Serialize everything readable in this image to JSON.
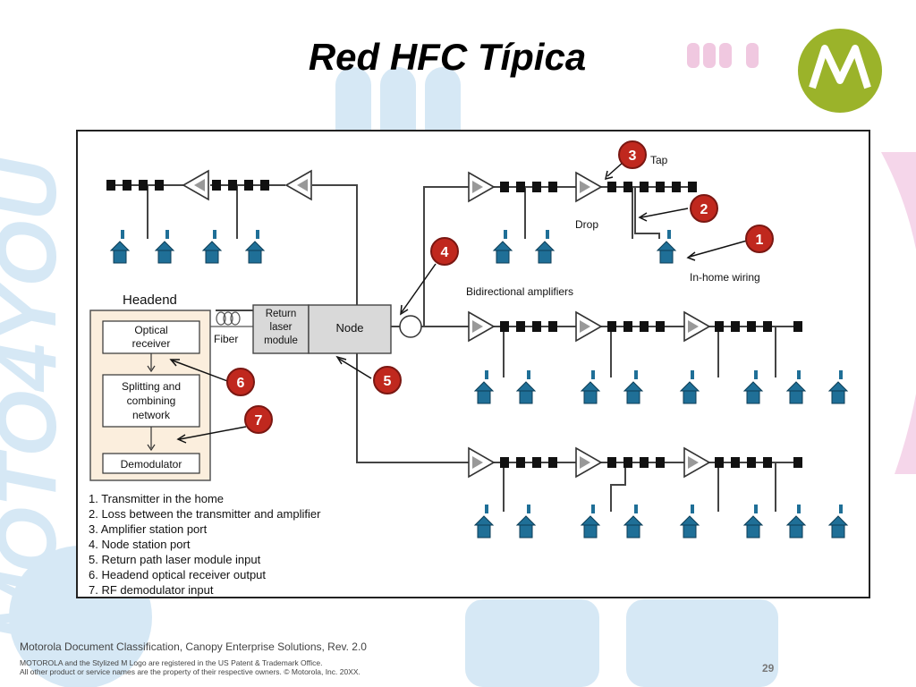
{
  "title": "Red HFC Típica",
  "footer": {
    "classification": "Motorola Document Classification, Canopy Enterprise Solutions, Rev. 2.0",
    "trademark": "MOTOROLA and the Stylized M Logo are registered in the US Patent & Trademark Office.",
    "rights": "All other product or service names are the property of their respective owners. © Motorola, Inc. 20XX.",
    "page_number": "29"
  },
  "background_watermark": "MOTO4YOU",
  "colors": {
    "logo_green": "#9bb32a",
    "watermark_blue": "#d6e8f5",
    "watermark_pink": "#f5d6ea",
    "house_blue": "#1f6f97",
    "callout_red": "#c0281e"
  },
  "diagram": {
    "headend": {
      "title": "Headend",
      "optical_receiver": [
        "Optical",
        "receiver"
      ],
      "splitting": [
        "Splitting and",
        "combining",
        "network"
      ],
      "demodulator": "Demodulator"
    },
    "fiber_label": "Fiber",
    "return_laser": [
      "Return",
      "laser",
      "module"
    ],
    "node_label": "Node",
    "tap_label": "Tap",
    "drop_label": "Drop",
    "in_home_label": "In-home wiring",
    "bidir_label": "Bidirectional amplifiers",
    "callouts": [
      "1",
      "2",
      "3",
      "4",
      "5",
      "6",
      "7"
    ],
    "legend": [
      "1. Transmitter in the home",
      "2. Loss between the transmitter and amplifier",
      "3. Amplifier station port",
      "4. Node station port",
      "5. Return path laser module input",
      "6. Headend optical receiver output",
      "7. RF demodulator input"
    ]
  }
}
